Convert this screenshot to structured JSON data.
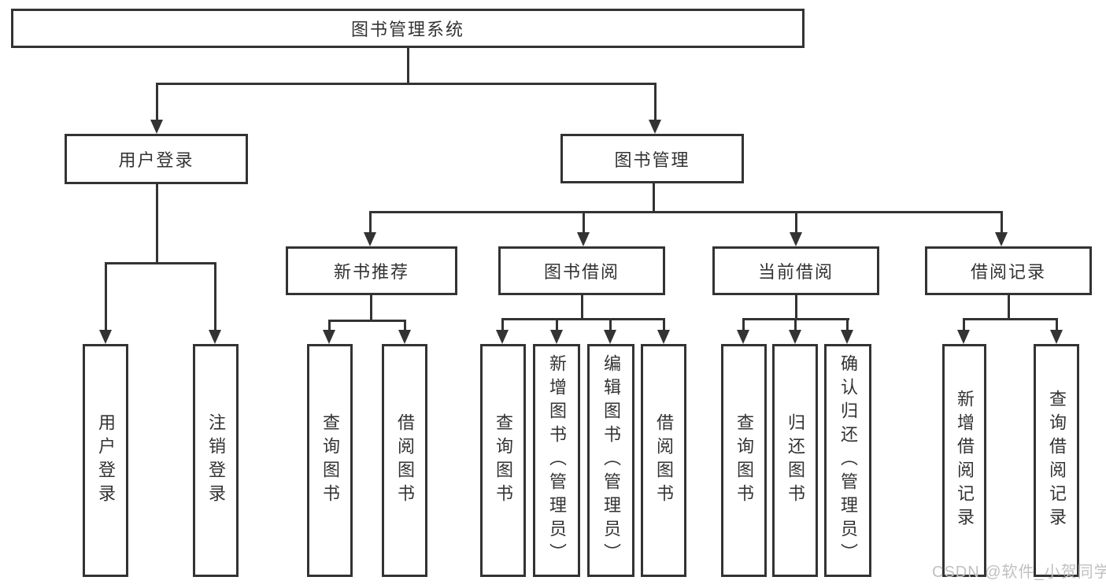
{
  "diagram": {
    "root": {
      "label": "图书管理系统"
    },
    "level2": [
      {
        "label": "用户登录",
        "children": [
          {
            "label": "用户登录"
          },
          {
            "label": "注销登录"
          }
        ]
      },
      {
        "label": "图书管理",
        "children": [
          {
            "label": "新书推荐",
            "children": [
              {
                "label": "查询图书"
              },
              {
                "label": "借阅图书"
              }
            ]
          },
          {
            "label": "图书借阅",
            "children": [
              {
                "label": "查询图书"
              },
              {
                "label": "新增图书（管理员）"
              },
              {
                "label": "编辑图书（管理员）"
              },
              {
                "label": "借阅图书"
              }
            ]
          },
          {
            "label": "当前借阅",
            "children": [
              {
                "label": "查询图书"
              },
              {
                "label": "归还图书"
              },
              {
                "label": "确认归还（管理员）"
              }
            ]
          },
          {
            "label": "借阅记录",
            "children": [
              {
                "label": "新增借阅记录"
              },
              {
                "label": "查询借阅记录"
              }
            ]
          }
        ]
      }
    ]
  },
  "watermark": {
    "text": "CSDN @软件_小贺同学",
    "color": "#c0c0c0"
  },
  "colors": {
    "line": "#333333",
    "text": "#333333",
    "box_fill": "#ffffff",
    "background": "#ffffff"
  }
}
